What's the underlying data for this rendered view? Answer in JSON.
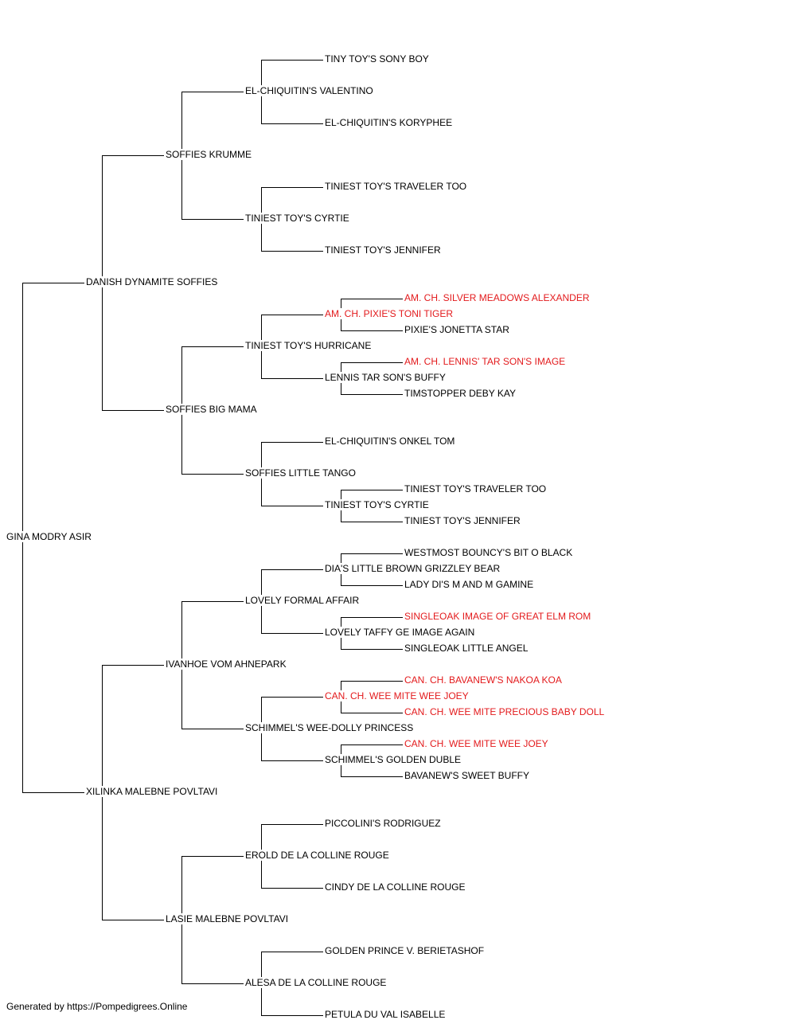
{
  "colors": {
    "line": "#000000",
    "text": "#000000",
    "champion": "#e31a1c",
    "background": "#ffffff"
  },
  "pedigree": {
    "name": "GINA MODRY ASIR",
    "sire": {
      "name": "DANISH DYNAMITE SOFFIES",
      "sire": {
        "name": "SOFFIES KRUMME",
        "sire": {
          "name": "EL-CHIQUITIN'S VALENTINO",
          "sire": {
            "name": "TINY TOY'S SONY BOY"
          },
          "dam": {
            "name": "EL-CHIQUITIN'S KORYPHEE"
          }
        },
        "dam": {
          "name": "TINIEST TOY'S CYRTIE",
          "sire": {
            "name": "TINIEST TOY'S TRAVELER TOO"
          },
          "dam": {
            "name": "TINIEST TOY'S JENNIFER"
          }
        }
      },
      "dam": {
        "name": "SOFFIES BIG MAMA",
        "sire": {
          "name": "TINIEST TOY'S HURRICANE",
          "sire": {
            "name": "AM. CH. PIXIE'S TONI TIGER",
            "champion": true,
            "sire": {
              "name": "AM. CH. SILVER MEADOWS ALEXANDER",
              "champion": true
            },
            "dam": {
              "name": "PIXIE'S JONETTA STAR"
            }
          },
          "dam": {
            "name": "LENNIS TAR SON'S BUFFY",
            "sire": {
              "name": "AM. CH. LENNIS' TAR SON'S IMAGE",
              "champion": true
            },
            "dam": {
              "name": "TIMSTOPPER DEBY KAY"
            }
          }
        },
        "dam": {
          "name": "SOFFIES LITTLE TANGO",
          "sire": {
            "name": "EL-CHIQUITIN'S ONKEL TOM"
          },
          "dam": {
            "name": "TINIEST TOY'S CYRTIE",
            "sire": {
              "name": "TINIEST TOY'S TRAVELER TOO"
            },
            "dam": {
              "name": "TINIEST TOY'S JENNIFER"
            }
          }
        }
      }
    },
    "dam": {
      "name": "XILINKA MALEBNE POVLTAVI",
      "sire": {
        "name": "IVANHOE VOM AHNEPARK",
        "sire": {
          "name": "LOVELY FORMAL AFFAIR",
          "sire": {
            "name": "DIA'S LITTLE BROWN GRIZZLEY BEAR",
            "sire": {
              "name": "WESTMOST BOUNCY'S BIT O BLACK"
            },
            "dam": {
              "name": "LADY DI'S M AND M GAMINE"
            }
          },
          "dam": {
            "name": "LOVELY TAFFY GE IMAGE AGAIN",
            "sire": {
              "name": "SINGLEOAK IMAGE OF GREAT ELM ROM",
              "champion": true
            },
            "dam": {
              "name": "SINGLEOAK LITTLE ANGEL"
            }
          }
        },
        "dam": {
          "name": "SCHIMMEL'S WEE-DOLLY PRINCESS",
          "sire": {
            "name": "CAN. CH. WEE MITE WEE JOEY",
            "champion": true,
            "sire": {
              "name": "CAN. CH. BAVANEW'S NAKOA KOA",
              "champion": true
            },
            "dam": {
              "name": "CAN. CH. WEE MITE PRECIOUS BABY DOLL",
              "champion": true
            }
          },
          "dam": {
            "name": "SCHIMMEL'S GOLDEN DUBLE",
            "sire": {
              "name": "CAN. CH. WEE MITE WEE JOEY",
              "champion": true
            },
            "dam": {
              "name": "BAVANEW'S SWEET BUFFY"
            }
          }
        }
      },
      "dam": {
        "name": "LASIE MALEBNE POVLTAVI",
        "sire": {
          "name": "EROLD DE LA COLLINE ROUGE",
          "sire": {
            "name": "PICCOLINI'S RODRIGUEZ"
          },
          "dam": {
            "name": "CINDY DE LA COLLINE ROUGE"
          }
        },
        "dam": {
          "name": "ALESA DE LA COLLINE ROUGE",
          "sire": {
            "name": "GOLDEN PRINCE V. BERIETASHOF"
          },
          "dam": {
            "name": "PETULA DU VAL ISABELLE"
          }
        }
      }
    }
  },
  "footer": "Generated by https://Pompedigrees.Online"
}
